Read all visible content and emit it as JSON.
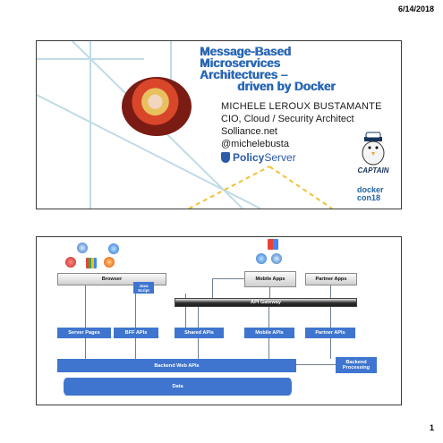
{
  "header": {
    "date": "6/14/2018"
  },
  "footer": {
    "page_number": "1"
  },
  "slide1": {
    "title_lines": [
      "Message-Based",
      "Microservices",
      "Architectures –",
      "driven by Docker"
    ],
    "speaker_name": "MICHELE LEROUX BUSTAMANTE",
    "speaker_role": "CIO, Cloud / Security Architect",
    "company": "Solliance.net",
    "handle": "@michelebusta",
    "policy_brand": {
      "prefix": "Policy",
      "suffix": "Server"
    },
    "captain_label": "CAPTAIN",
    "dockercon": {
      "line1": "docker",
      "line2": "con18"
    },
    "colors": {
      "title": "#2a6fc2",
      "brand": "#2b5aa8"
    }
  },
  "slide2": {
    "browser": "Browser",
    "javascript": "Java Script",
    "mobile_apps": "Mobile Apps",
    "partner_apps": "Partner Apps",
    "api_gateway": "API Gateway",
    "server_pages": "Server Pages",
    "bff_apis": "BFF APIs",
    "shared_apis": "Shared APIs",
    "mobile_apis": "Mobile APIs",
    "partner_apis": "Partner APIs",
    "backend_web_apis": "Backend Web APIs",
    "backend_processing": "Backend Processing",
    "data": "Data",
    "colors": {
      "service_blue": "#3f75cf",
      "gateway_dark": "#1f1f1f",
      "connector": "#6e7f92"
    }
  }
}
